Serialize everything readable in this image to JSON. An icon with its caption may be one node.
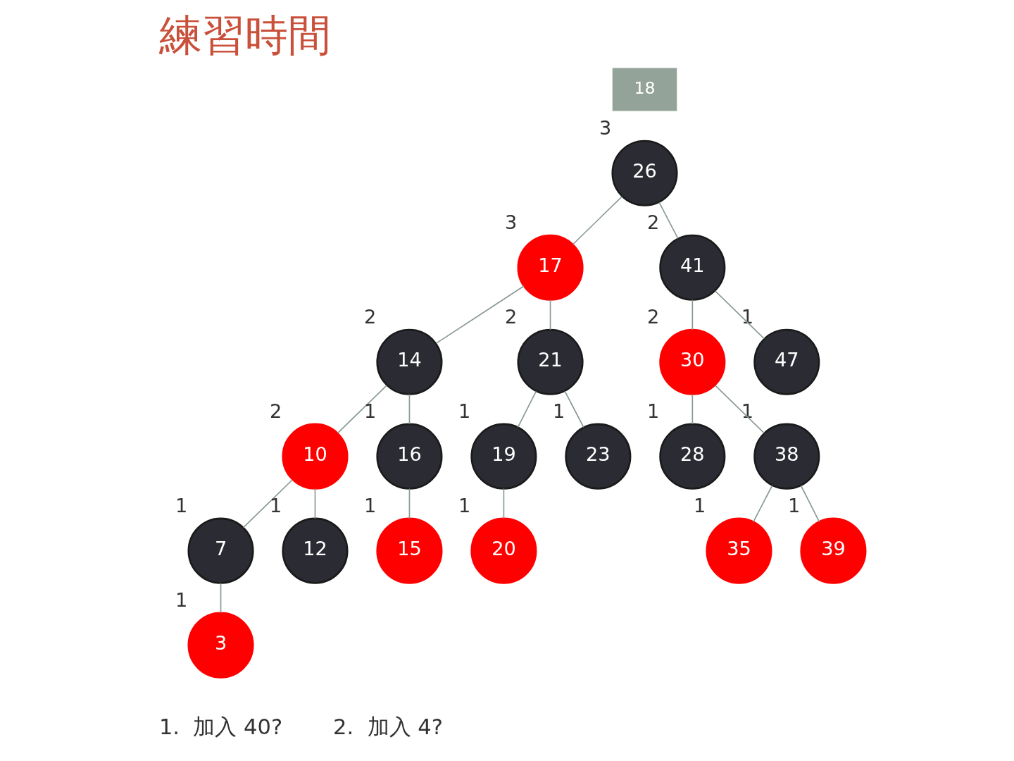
{
  "diagram": {
    "title": "練習時間",
    "nodes": [
      {
        "text": [
          "26"
        ],
        "beside": [
          "3"
        ]
      },
      {
        "text": [
          "17"
        ],
        "beside": [
          "3"
        ]
      },
      {
        "text": [
          "41"
        ],
        "beside": [
          "2"
        ]
      },
      {
        "text": [
          "14"
        ],
        "beside": [
          "2"
        ]
      },
      {
        "text": [
          "21"
        ],
        "beside": [
          "2"
        ]
      },
      {
        "text": [
          "30"
        ],
        "beside": [
          "2"
        ]
      },
      {
        "text": [
          "47"
        ],
        "beside": [
          "1"
        ]
      },
      {
        "text": [
          "10"
        ],
        "beside": [
          "2"
        ]
      },
      {
        "text": [
          "16"
        ],
        "beside": [
          "1"
        ]
      },
      {
        "text": [
          "19"
        ],
        "beside": [
          "1"
        ]
      },
      {
        "text": [
          "23"
        ],
        "beside": [
          "1"
        ]
      },
      {
        "text": [
          "28"
        ],
        "beside": [
          "1"
        ]
      },
      {
        "text": [
          "38"
        ],
        "beside": [
          "1"
        ]
      },
      {
        "text": [
          "7"
        ],
        "beside": [
          "1"
        ]
      },
      {
        "text": [
          "12"
        ],
        "beside": [
          "1"
        ]
      },
      {
        "text": [
          "15"
        ],
        "beside": [
          "1"
        ]
      },
      {
        "text": [
          "20"
        ],
        "beside": [
          "1"
        ]
      },
      {
        "text": [
          "35"
        ],
        "beside": [
          "1"
        ]
      },
      {
        "text": [
          "39"
        ],
        "beside": [
          "1"
        ]
      },
      {
        "text": [
          "3"
        ],
        "beside": [
          "1"
        ]
      }
    ],
    "edges": [
      {
        "from": 0,
        "to": 1,
        "arrow": "none"
      },
      {
        "from": 0,
        "to": 2,
        "arrow": "none"
      },
      {
        "from": 1,
        "to": 3,
        "arrow": "none"
      },
      {
        "from": 1,
        "to": 4,
        "arrow": "none"
      },
      {
        "from": 2,
        "to": 5,
        "arrow": "none"
      },
      {
        "from": 2,
        "to": 6,
        "arrow": "none"
      },
      {
        "from": 3,
        "to": 7,
        "arrow": "none"
      },
      {
        "from": 3,
        "to": 8,
        "arrow": "none"
      },
      {
        "from": 4,
        "to": 9,
        "arrow": "none"
      },
      {
        "from": 4,
        "to": 10,
        "arrow": "none"
      },
      {
        "from": 5,
        "to": 11,
        "arrow": "none"
      },
      {
        "from": 5,
        "to": 12,
        "arrow": "none"
      },
      {
        "from": 7,
        "to": 13,
        "arrow": "none"
      },
      {
        "from": 7,
        "to": 14,
        "arrow": "none"
      },
      {
        "from": 8,
        "to": 15,
        "arrow": "none"
      },
      {
        "from": 9,
        "to": 16,
        "arrow": "none"
      },
      {
        "from": 12,
        "to": 17,
        "arrow": "none"
      },
      {
        "from": 12,
        "to": 18,
        "arrow": "none"
      },
      {
        "from": 13,
        "to": 19,
        "arrow": "none"
      }
    ],
    "labels": [
      "18",
      "1.  加入 40?",
      "2.  加入 4?"
    ]
  }
}
